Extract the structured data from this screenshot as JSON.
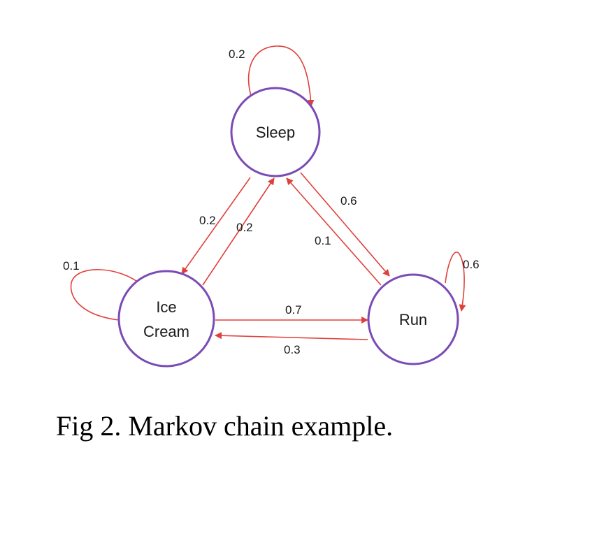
{
  "nodes": {
    "sleep": {
      "label": "Sleep"
    },
    "ice_cream": {
      "label_line1": "Ice",
      "label_line2": "Cream"
    },
    "run": {
      "label": "Run"
    }
  },
  "edges": {
    "sleep_self": "0.2",
    "ice_cream_self": "0.1",
    "run_self": "0.6",
    "sleep_to_ice_cream": "0.2",
    "ice_cream_to_sleep": "0.2",
    "sleep_to_run": "0.6",
    "run_to_sleep": "0.1",
    "ice_cream_to_run": "0.7",
    "run_to_ice_cream": "0.3"
  },
  "colors": {
    "node_outline": "#7a4bb5",
    "edge": "#e0403a"
  },
  "caption": "Fig 2.  Markov chain example."
}
